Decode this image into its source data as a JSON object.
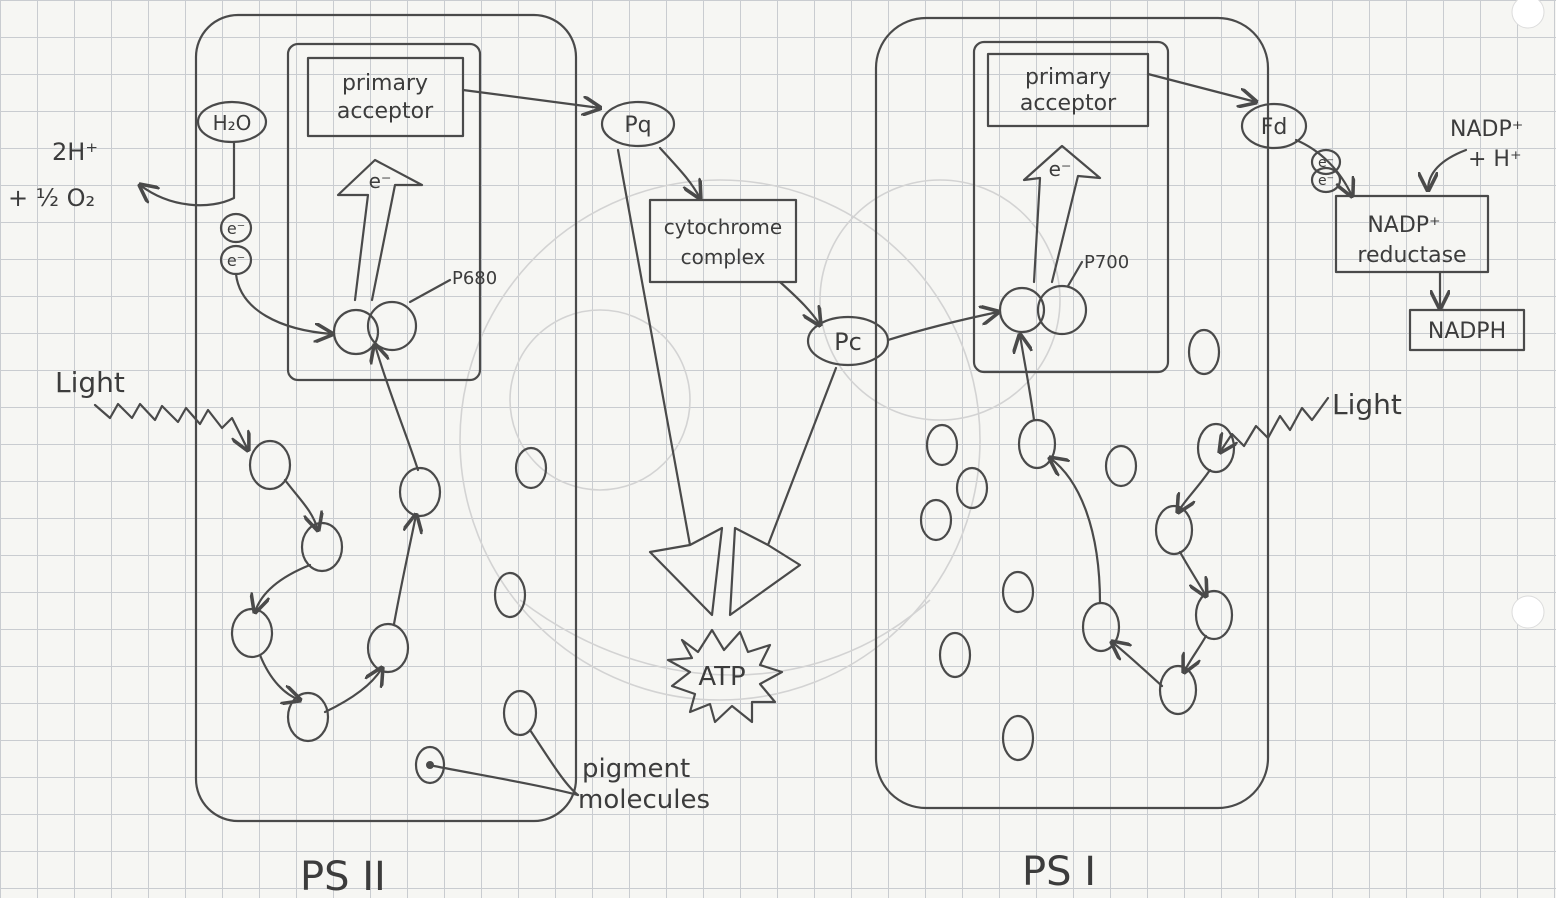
{
  "ps2": {
    "title": "PS II",
    "primary_acceptor": [
      "primary",
      "acceptor"
    ],
    "reaction_center": "P680",
    "water": "H₂O",
    "protons": "2H⁺",
    "oxygen": "+ ½ O₂",
    "electron": "e⁻",
    "light": "Light"
  },
  "carriers": {
    "pq": "Pq",
    "cytochrome": [
      "cytochrome",
      "complex"
    ],
    "pc": "Pc",
    "atp": "ATP",
    "pigment": [
      "pigment",
      "molecules"
    ]
  },
  "ps1": {
    "title": "PS I",
    "primary_acceptor": [
      "primary",
      "acceptor"
    ],
    "reaction_center": "P700",
    "electron": "e⁻",
    "light": "Light",
    "fd": "Fd",
    "nadp_in": [
      "NADP⁺",
      "+ H⁺"
    ],
    "reductase": [
      "NADP⁺",
      "reductase"
    ],
    "product": "NADPH"
  }
}
